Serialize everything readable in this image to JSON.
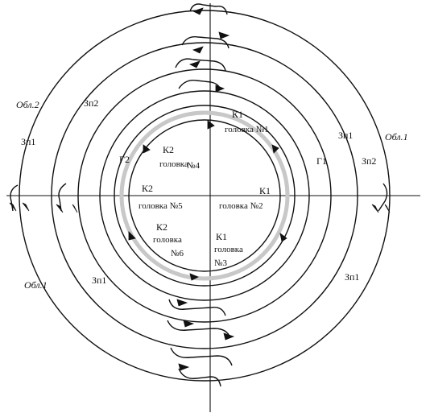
{
  "labels": {
    "obl_top_left": "Обл.2",
    "obl_top_right": "Обл.1",
    "obl_bottom_left": "Обл.1",
    "zp2_left": "Зп2",
    "zp2_right": "Зп2",
    "zp1_left": "Зп1",
    "zp1_right": "Зп1",
    "zp1_bottom_left": "Зп1",
    "zp1_bottom_right": "Зп1",
    "g2": "Г2",
    "g1": "Г1",
    "k1_top": "К1",
    "head1": "головка №1",
    "k2_top": "К2",
    "head4_a": "головка",
    "head4_b": "№4",
    "k2_mid": "К2",
    "head5": "головка №5",
    "k1_mid": "К1",
    "head2": "головка №2",
    "k2_bot": "К2",
    "head6_a": "головка",
    "head6_b": "№6",
    "k1_bot": "К1",
    "head3_a": "головка",
    "head3_b": "№3"
  }
}
